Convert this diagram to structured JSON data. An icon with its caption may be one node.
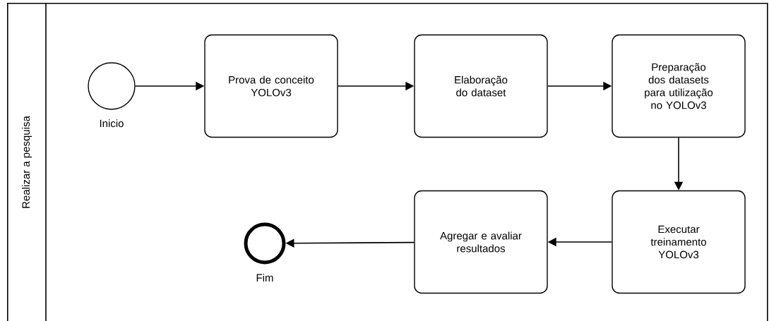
{
  "diagram": {
    "nodes": [
      {
        "text": [
          "Realizar a pesquisa"
        ]
      },
      {
        "text": [],
        "shape": "circle",
        "beside": [
          "Inicio"
        ],
        "in": 0
      },
      {
        "text": [
          "Prova de conceito YOLOv3"
        ],
        "in": 0
      },
      {
        "text": [
          "Elaboração do dataset"
        ],
        "in": 0
      },
      {
        "text": [
          "Preparação dos datasets para utilização no YOLOv3"
        ],
        "in": 0
      },
      {
        "text": [
          "Executar treinamento YOLOv3"
        ],
        "in": 0
      },
      {
        "text": [
          "Agregar e avaliar resultados"
        ],
        "in": 0
      },
      {
        "text": [],
        "shape": "circle",
        "beside": [
          "Fim"
        ],
        "in": 0
      }
    ],
    "edges": [
      {
        "from": 1,
        "to": 2,
        "arrow": "to"
      },
      {
        "from": 2,
        "to": 3,
        "arrow": "to"
      },
      {
        "from": 3,
        "to": 4,
        "arrow": "to"
      },
      {
        "from": 4,
        "to": 5,
        "arrow": "to"
      },
      {
        "from": 5,
        "to": 6,
        "arrow": "to"
      },
      {
        "from": 6,
        "to": 7,
        "arrow": "to"
      }
    ]
  }
}
